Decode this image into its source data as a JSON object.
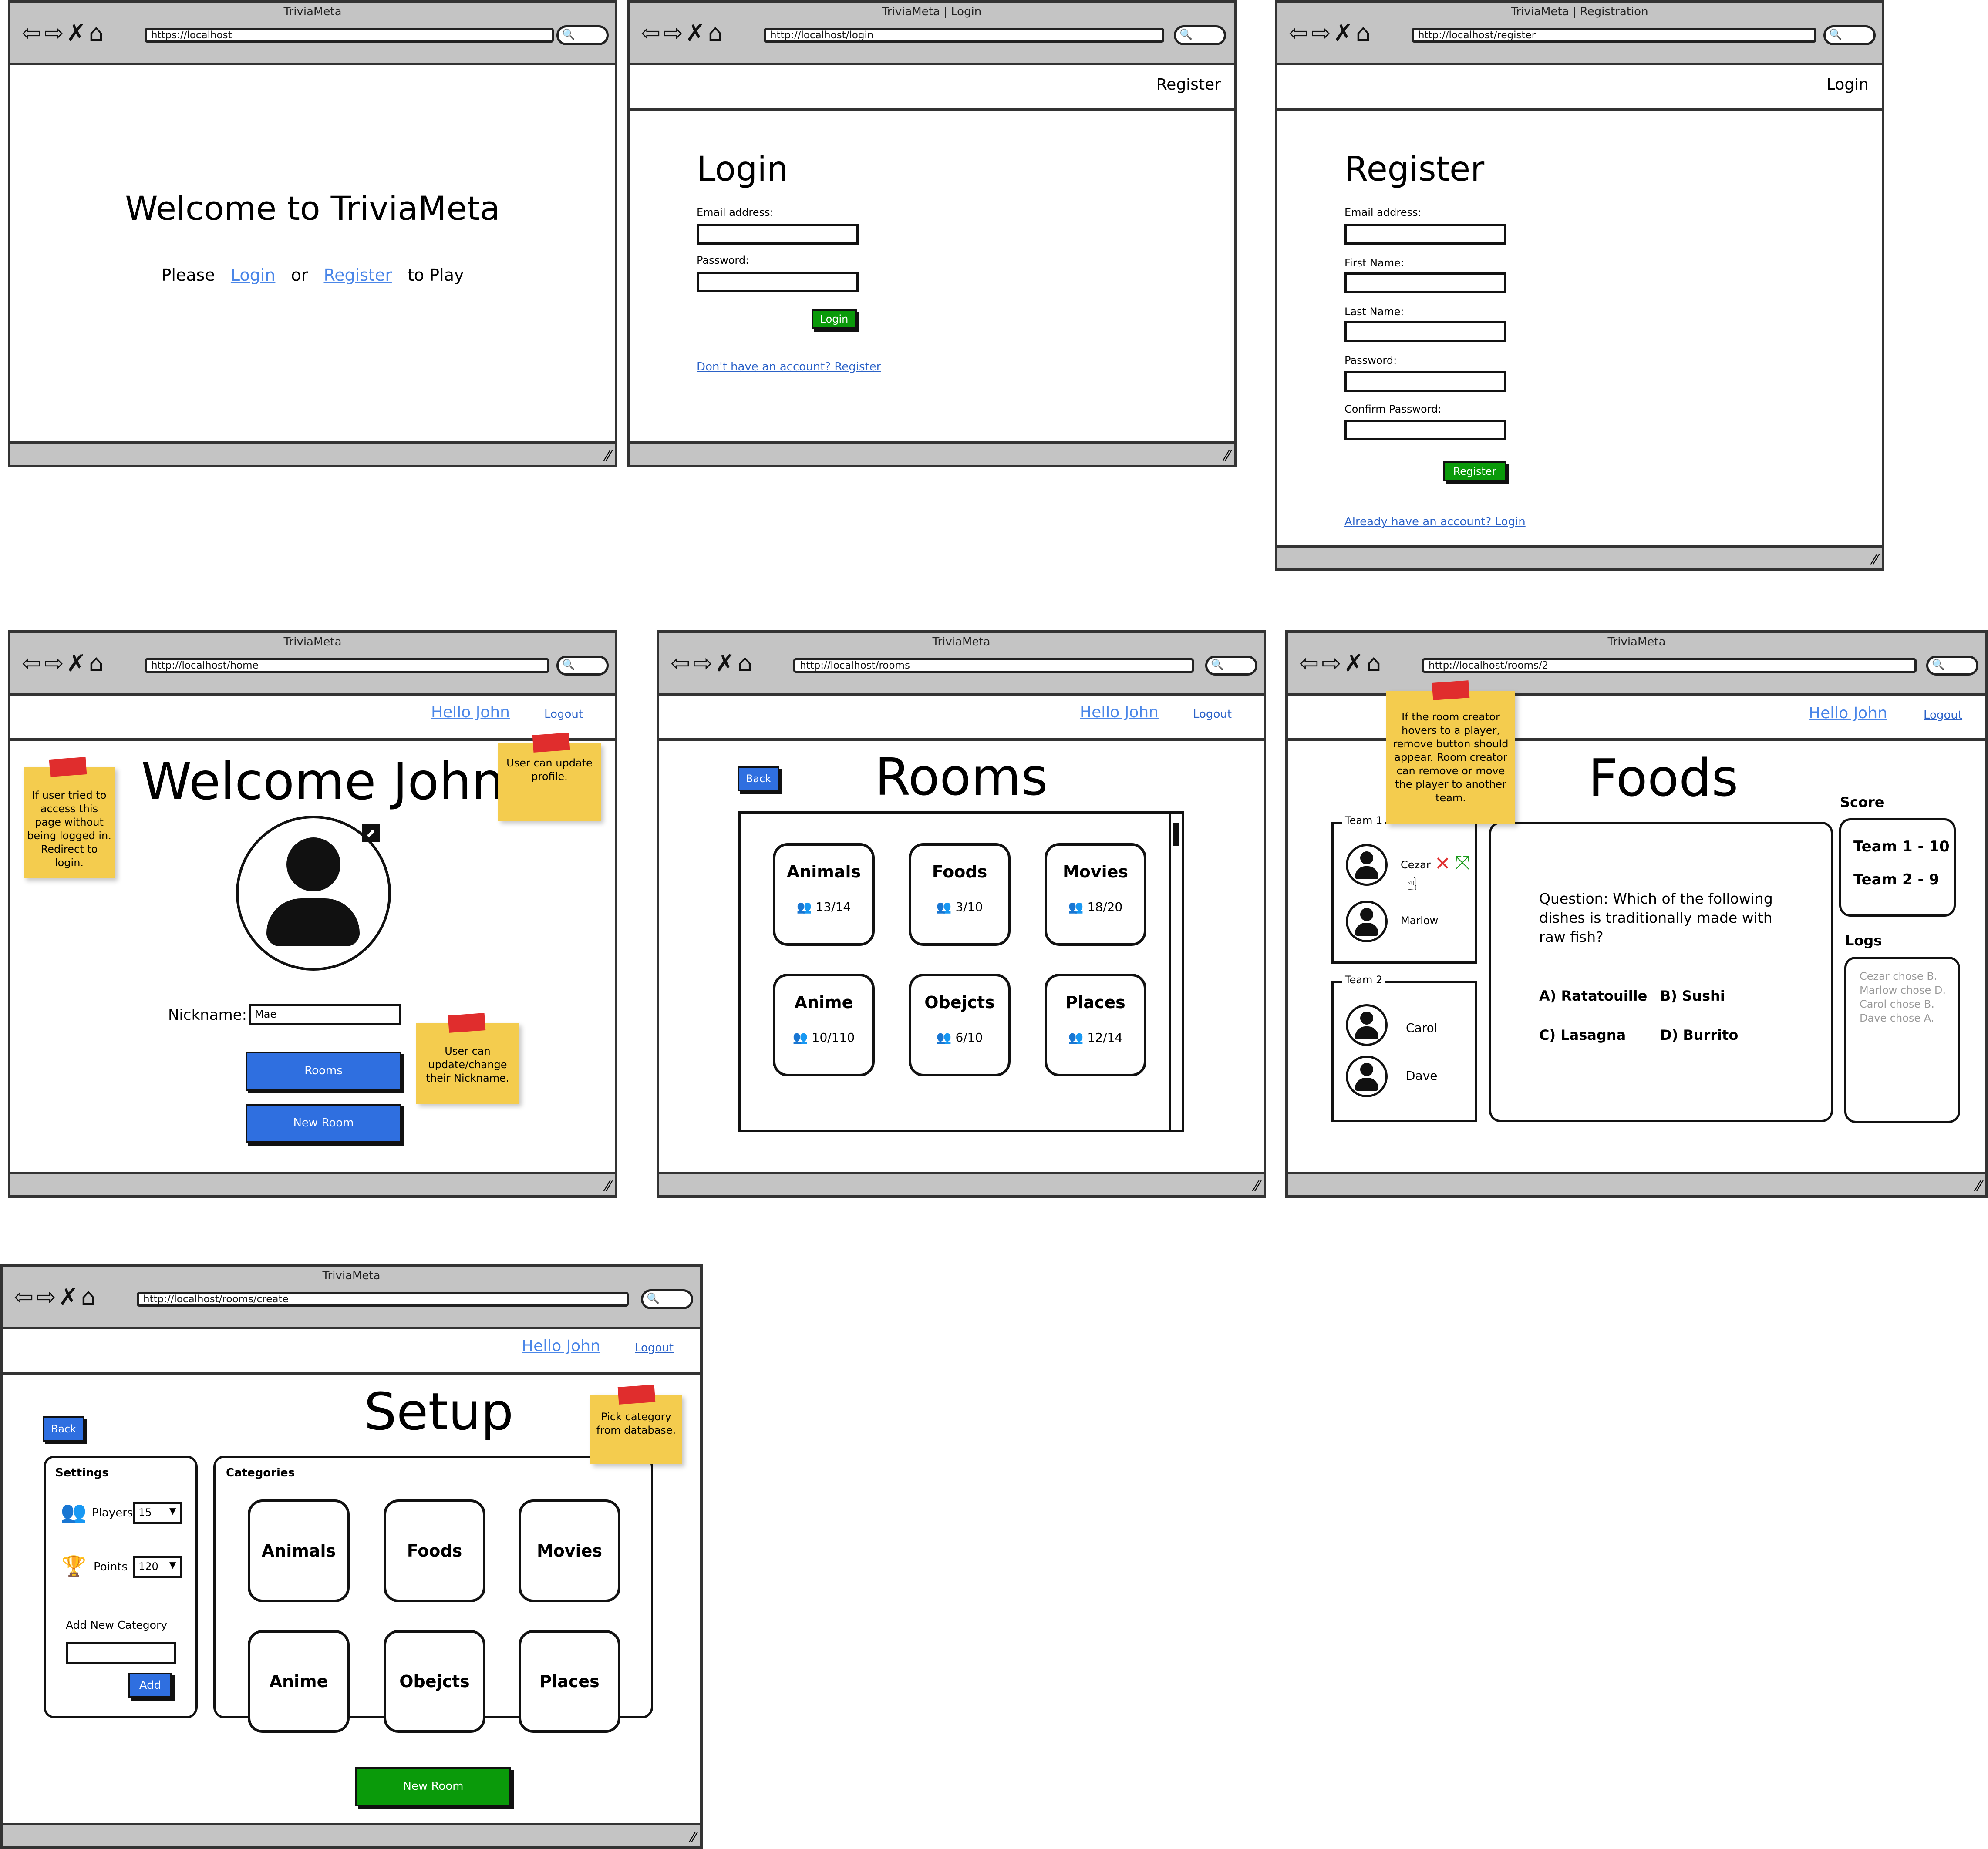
{
  "common": {
    "hello": "Hello John",
    "logout": "Logout",
    "back": "Back"
  },
  "w1": {
    "title": "TriviaMeta",
    "url": "https://localhost",
    "heading": "Welcome to TriviaMeta",
    "please": "Please",
    "login": "Login",
    "or": "or",
    "register": "Register",
    "to_play": "to Play"
  },
  "w2": {
    "title": "TriviaMeta | Login",
    "url": "http://localhost/login",
    "header_link": "Register",
    "heading": "Login",
    "email_label": "Email address:",
    "password_label": "Password:",
    "button": "Login",
    "bottom_link": "Don't have an account? Register"
  },
  "w3": {
    "title": "TriviaMeta  | Registration",
    "url": "http://localhost/register",
    "header_link": "Login",
    "heading": "Register",
    "email_label": "Email address:",
    "first_label": "First Name:",
    "last_label": "Last Name:",
    "password_label": "Password:",
    "confirm_label": "Confirm Password:",
    "button": "Register",
    "bottom_link": "Already have an account? Login"
  },
  "w4": {
    "title": "TriviaMeta",
    "url": "http://localhost/home",
    "heading": "Welcome John",
    "nickname_label": "Nickname:",
    "nickname_value": "Mae",
    "rooms_button": "Rooms",
    "new_room_button": "New Room",
    "note_left": "If user tried to access this page without being logged in. Redirect to login.",
    "note_profile": "User can update profile.",
    "note_nickname": "User can update/change their Nickname."
  },
  "w5": {
    "title": "TriviaMeta",
    "url": "http://localhost/rooms",
    "heading": "Rooms",
    "rooms": [
      {
        "name": "Animals",
        "count": "13/14"
      },
      {
        "name": "Foods",
        "count": "3/10"
      },
      {
        "name": "Movies",
        "count": "18/20"
      },
      {
        "name": "Anime",
        "count": "10/110"
      },
      {
        "name": "Obejcts",
        "count": "6/10"
      },
      {
        "name": "Places",
        "count": "12/14"
      }
    ]
  },
  "w6": {
    "title": "TriviaMeta",
    "url": "http://localhost/rooms/2",
    "heading": "Foods",
    "note": "If the room creator hovers to a player, remove button should appear. Room creator can remove or move the player to another team.",
    "team1_label": "Team 1",
    "team2_label": "Team 2",
    "team1": [
      "Cezar",
      "Marlow"
    ],
    "team2": [
      "Carol",
      "Dave"
    ],
    "question": "Question: Which of the following dishes is traditionally made with raw fish?",
    "answers": [
      "A) Ratatouille",
      "B) Sushi",
      "C) Lasagna",
      "D) Burrito"
    ],
    "score_label": "Score",
    "scores": [
      "Team 1 - 10",
      "Team 2 - 9"
    ],
    "logs_label": "Logs",
    "logs": [
      "Cezar chose B.",
      "Marlow chose D.",
      "Carol chose B.",
      "Dave chose A."
    ]
  },
  "w7": {
    "title": "TriviaMeta",
    "url": "http://localhost/rooms/create",
    "heading": "Setup",
    "note": "Pick category from database.",
    "settings_label": "Settings",
    "players_label": "Players",
    "players_value": "15",
    "points_label": "Points",
    "points_value": "120",
    "add_category_label": "Add New Category",
    "add_button": "Add",
    "categories_label": "Categories",
    "categories": [
      "Animals",
      "Foods",
      "Movies",
      "Anime",
      "Obejcts",
      "Places"
    ],
    "new_room_button": "New Room"
  },
  "colors": {
    "green_button": "#0a9a0a",
    "blue_button": "#2f6fe0",
    "link_blue": "#4a86e8",
    "sticky_yellow": "#f4cc4e",
    "sticky_tape": "#e02d2d",
    "chrome_gray": "#c4c4c4"
  },
  "icons": [
    "back-arrow-icon",
    "forward-arrow-icon",
    "stop-icon",
    "home-icon",
    "search-icon",
    "resize-grip-icon",
    "users-icon",
    "edit-icon",
    "trophy-icon",
    "remove-icon",
    "move-icon",
    "hand-cursor-icon",
    "dropdown-arrow-icon"
  ]
}
